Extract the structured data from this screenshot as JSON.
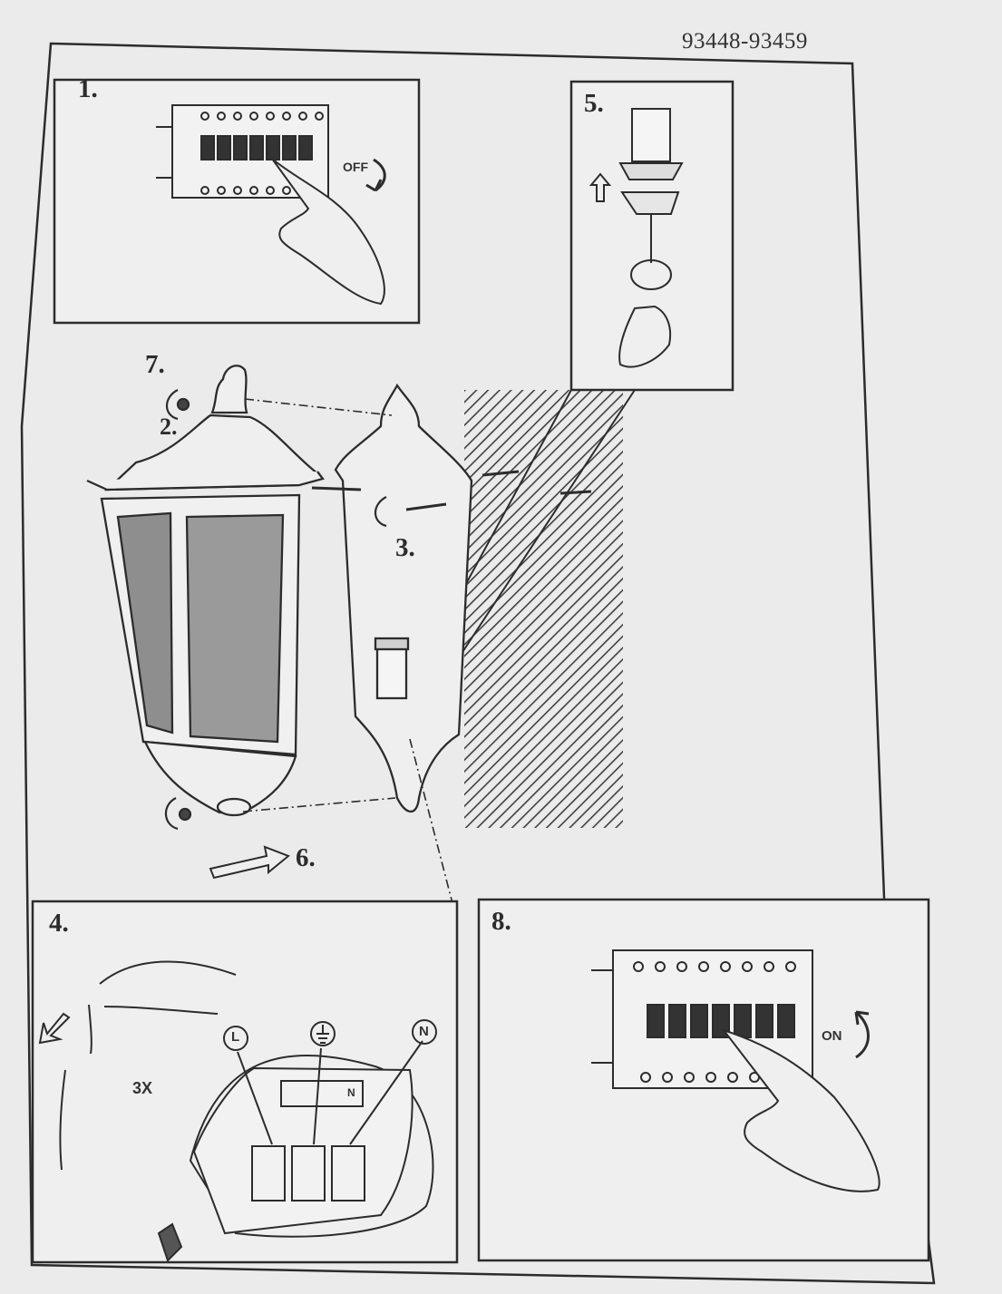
{
  "document": {
    "model_number": "93448-93459"
  },
  "steps": {
    "s1": "1.",
    "s2": "2.",
    "s3": "3.",
    "s4": "4.",
    "s5": "5.",
    "s6": "6.",
    "s7": "7.",
    "s8": "8."
  },
  "labels": {
    "off": "OFF",
    "on": "ON",
    "times3": "3X",
    "live": "L",
    "neutral": "N",
    "terminal_neutral": "N"
  },
  "icons": {
    "off_arrow": "curved-arrow-down-icon",
    "on_arrow": "curved-arrow-up-icon",
    "up_arrow": "up-arrow-icon",
    "right_arrow": "right-arrow-icon",
    "down_left_arrow": "down-left-arrow-icon",
    "earth": "earth-ground-icon",
    "rotate": "rotate-screw-icon"
  },
  "colors": {
    "paper": "#ecebeb",
    "ink": "#2c2c2c"
  }
}
